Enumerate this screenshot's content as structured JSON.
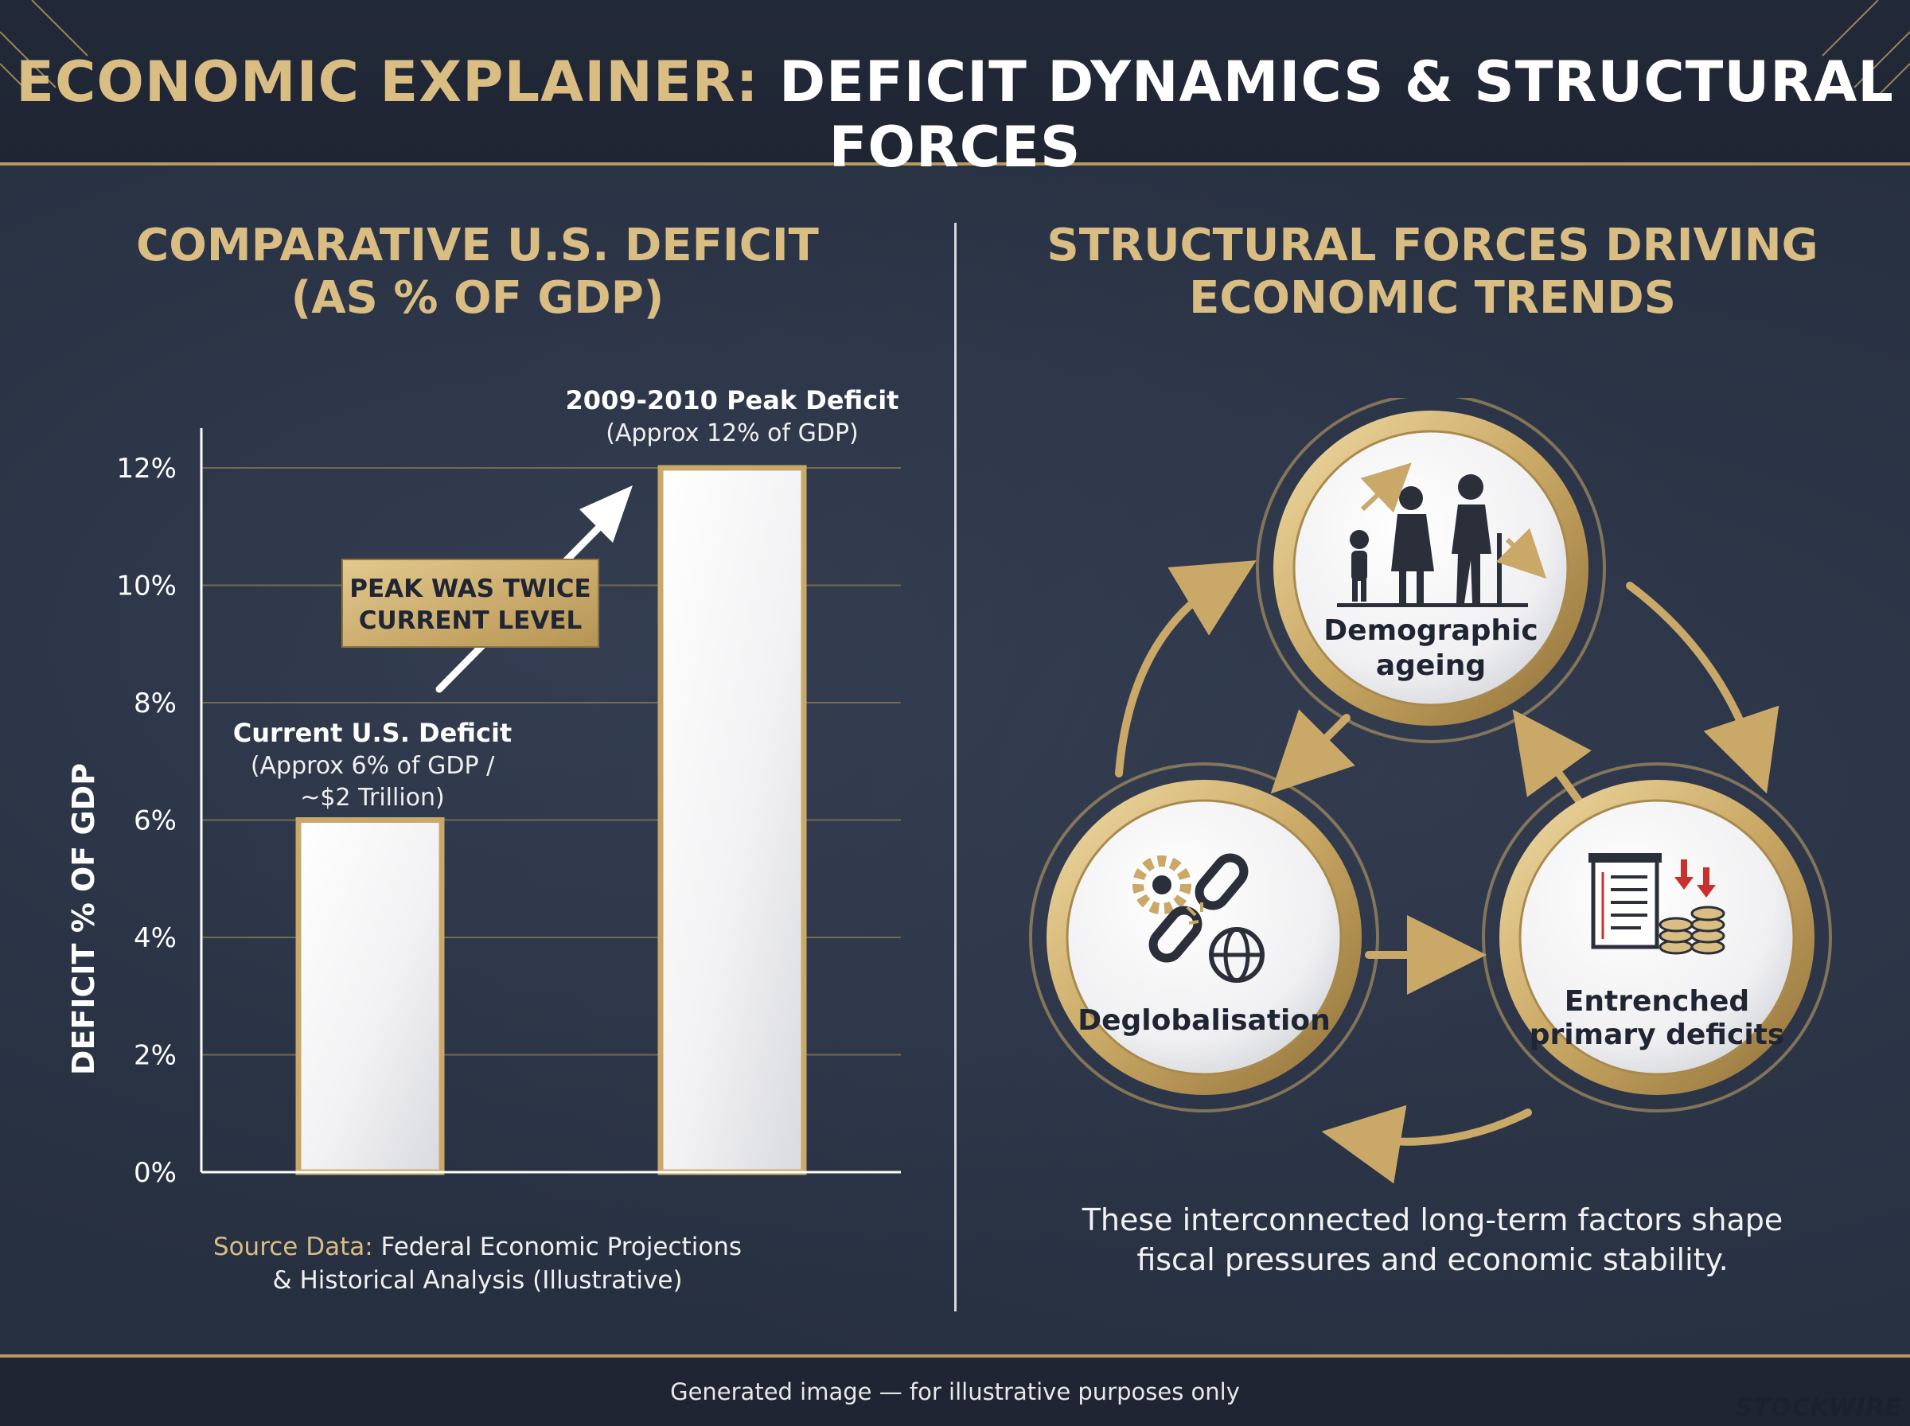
{
  "header": {
    "title_gold": "ECONOMIC EXPLAINER:",
    "title_white": " DEFICIT DYNAMICS & STRUCTURAL FORCES"
  },
  "left": {
    "title_line1": "COMPARATIVE U.S. DEFICIT",
    "title_line2": "(AS % OF GDP)",
    "source_label": "Source Data:",
    "source_text": " Federal Economic Projections",
    "source_line2": "& Historical Analysis (Illustrative)"
  },
  "chart_data": {
    "type": "bar",
    "categories": [
      "",
      ""
    ],
    "values": [
      6,
      12
    ],
    "ylabel": "DEFICIT % OF GDP",
    "xlabel": "",
    "ylim": [
      0,
      12
    ],
    "yticks": [
      "0%",
      "2%",
      "4%",
      "6%",
      "8%",
      "10%",
      "12%"
    ],
    "grid": true,
    "annotations": {
      "current_title": "Current U.S. Deficit",
      "current_line1": "(Approx 6% of GDP /",
      "current_line2": "~$2 Trillion)",
      "peak_title": "2009-2010 Peak Deficit",
      "peak_line1": "(Approx 12% of GDP)",
      "callout_line1": "PEAK WAS TWICE",
      "callout_line2": "CURRENT LEVEL"
    },
    "colors": {
      "bar": "#f4f4f6",
      "bar_border": "#c9a96a",
      "callout_bg": "#cdb27a"
    }
  },
  "right": {
    "title_line1": "STRUCTURAL FORCES DRIVING",
    "title_line2": "ECONOMIC TRENDS",
    "nodes": {
      "demographic_line1": "Demographic",
      "demographic_line2": "ageing",
      "deglobal": "Deglobalisation",
      "deficits_line1": "Entrenched",
      "deficits_line2": "primary deficits"
    },
    "closing_line1": "These interconnected long-term factors shape",
    "closing_line2": "fiscal pressures and economic stability."
  },
  "footer": {
    "note": "Generated image — for illustrative purposes only",
    "brand": "STOCKWIRE X"
  },
  "colors": {
    "gold": "#d9bd83",
    "navy": "#273041",
    "accent_red": "#c8302c"
  },
  "icons": [
    "family-ageing-icon",
    "broken-chain-gear-globe-icon",
    "ledger-coins-down-arrows-icon"
  ]
}
